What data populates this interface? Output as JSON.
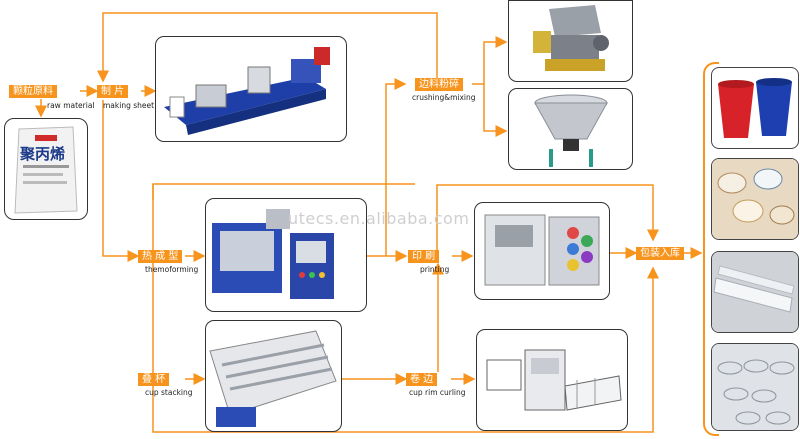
{
  "diagram": {
    "steps": {
      "raw_material": {
        "zh": "颗粒原料",
        "en": "raw material"
      },
      "making_sheet": {
        "zh": "制    片",
        "en": "making sheet"
      },
      "crushing": {
        "zh": "边料粉碎",
        "en": "crushing&mixing"
      },
      "thermoforming": {
        "zh": "热 成 型",
        "en": "themoforming"
      },
      "printing": {
        "zh": "印    刷",
        "en": "printing"
      },
      "packing": {
        "zh": "包装入库",
        "en": ""
      },
      "stacking": {
        "zh": "叠    杯",
        "en": "cup stacking"
      },
      "rim_curling": {
        "zh": "卷    边",
        "en": "cup rim curling"
      }
    },
    "bag_label": "聚丙烯",
    "watermark": "utecs.en.alibaba.com",
    "colors": {
      "arrow": "#f7941d",
      "step_fill": "#f7941d",
      "machine": "#1f3fa8"
    }
  }
}
